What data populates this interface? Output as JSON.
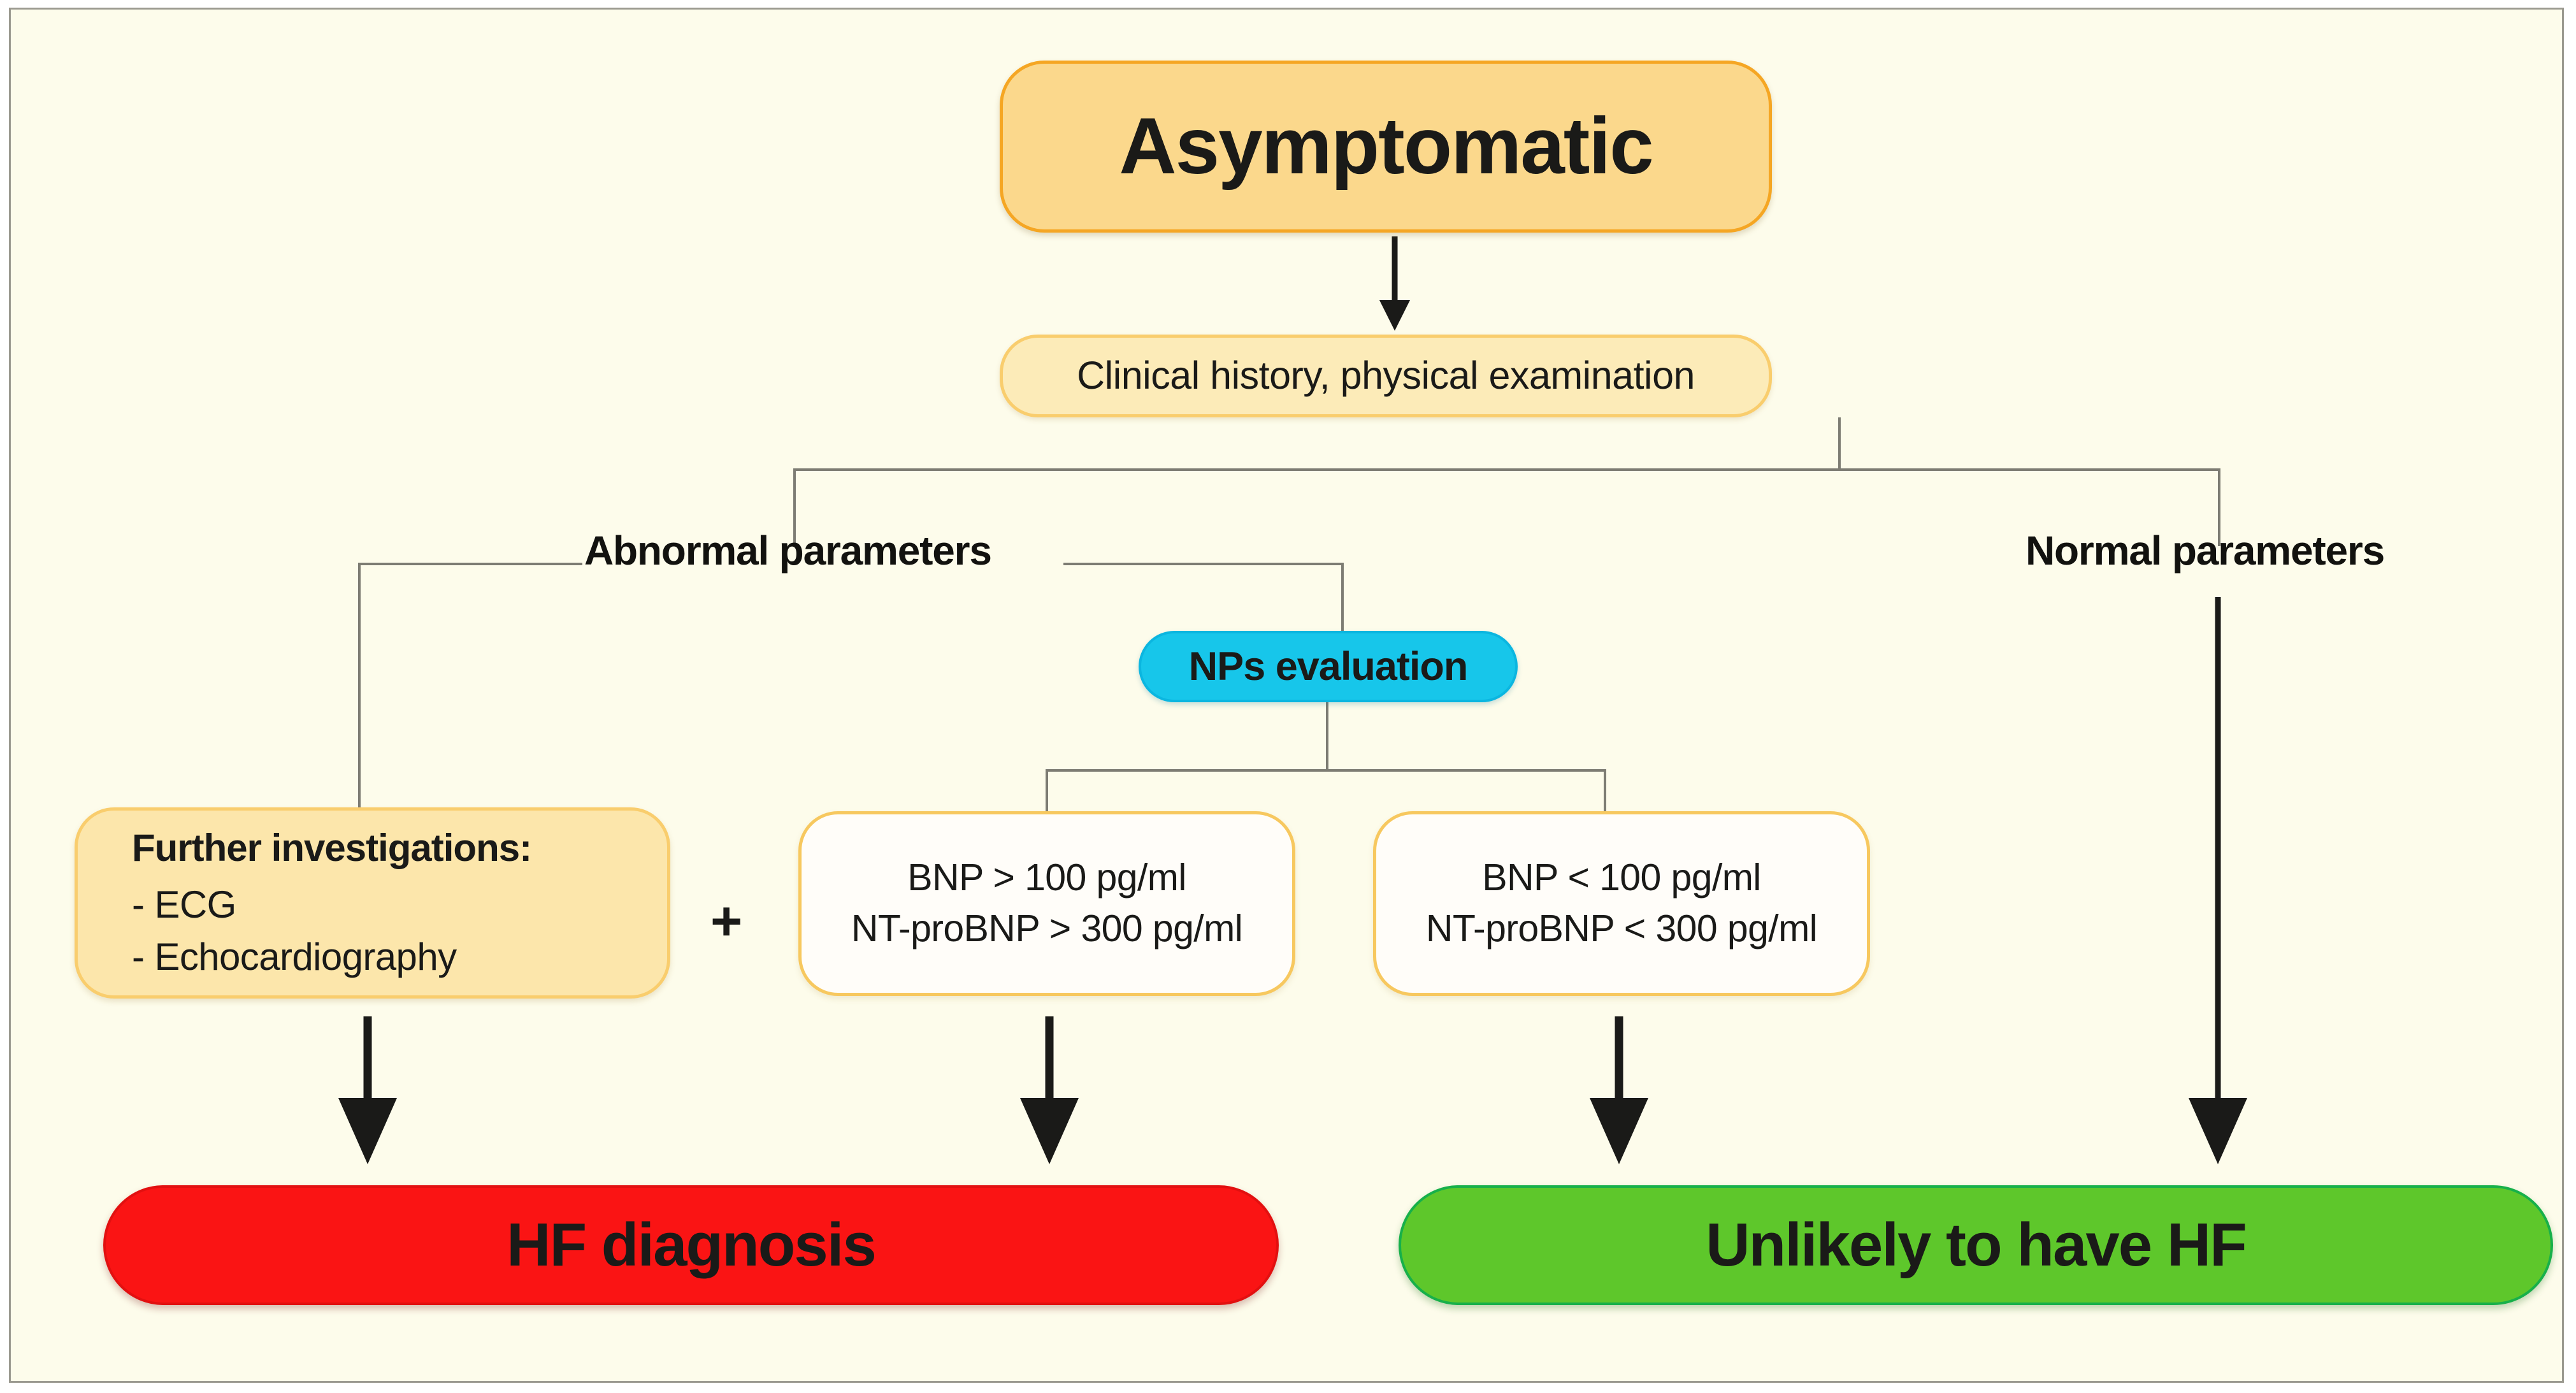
{
  "diagram": {
    "title": "Diagnostic algorithm for asymptomatic heart failure using natriuretic peptides",
    "background_color": "#fdfceb",
    "frame_border_color": "#9b9a90"
  },
  "nodes": {
    "asymptomatic": {
      "label": "Asymptomatic",
      "fill": "#fbd88c",
      "border": "#f5a623"
    },
    "clinical_history": {
      "label": "Clinical history, physical examination",
      "fill": "#fcebb8",
      "border": "#f9cd6d"
    },
    "nps_evaluation": {
      "label": "NPs evaluation",
      "fill": "#17c6ea",
      "border": "#0bb6e0"
    },
    "further_investigations": {
      "title": "Further investigations:",
      "item_1": "- ECG",
      "item_2": "- Echocardiography",
      "fill": "#fce6ab",
      "border": "#f9cd6d"
    },
    "bnp_high": {
      "line_1": "BNP > 100 pg/ml",
      "line_2": "NT-proBNP > 300 pg/ml",
      "fill": "#fffdf9",
      "border": "#f7c85f"
    },
    "bnp_low": {
      "line_1": "BNP < 100 pg/ml",
      "line_2": "NT-proBNP < 300 pg/ml",
      "fill": "#fffdf9",
      "border": "#f7c85f"
    },
    "hf_diagnosis": {
      "label": "HF diagnosis",
      "fill": "#fa1414",
      "border": "#e21010"
    },
    "unlikely_hf": {
      "label": "Unlikely to have HF",
      "fill": "#5ec72b",
      "border": "#17b04a"
    }
  },
  "labels": {
    "abnormal_parameters": "Abnormal parameters",
    "normal_parameters": "Normal parameters",
    "plus": "+"
  },
  "connector_color": "#7d7c73",
  "arrow_color": "#1a1a18"
}
